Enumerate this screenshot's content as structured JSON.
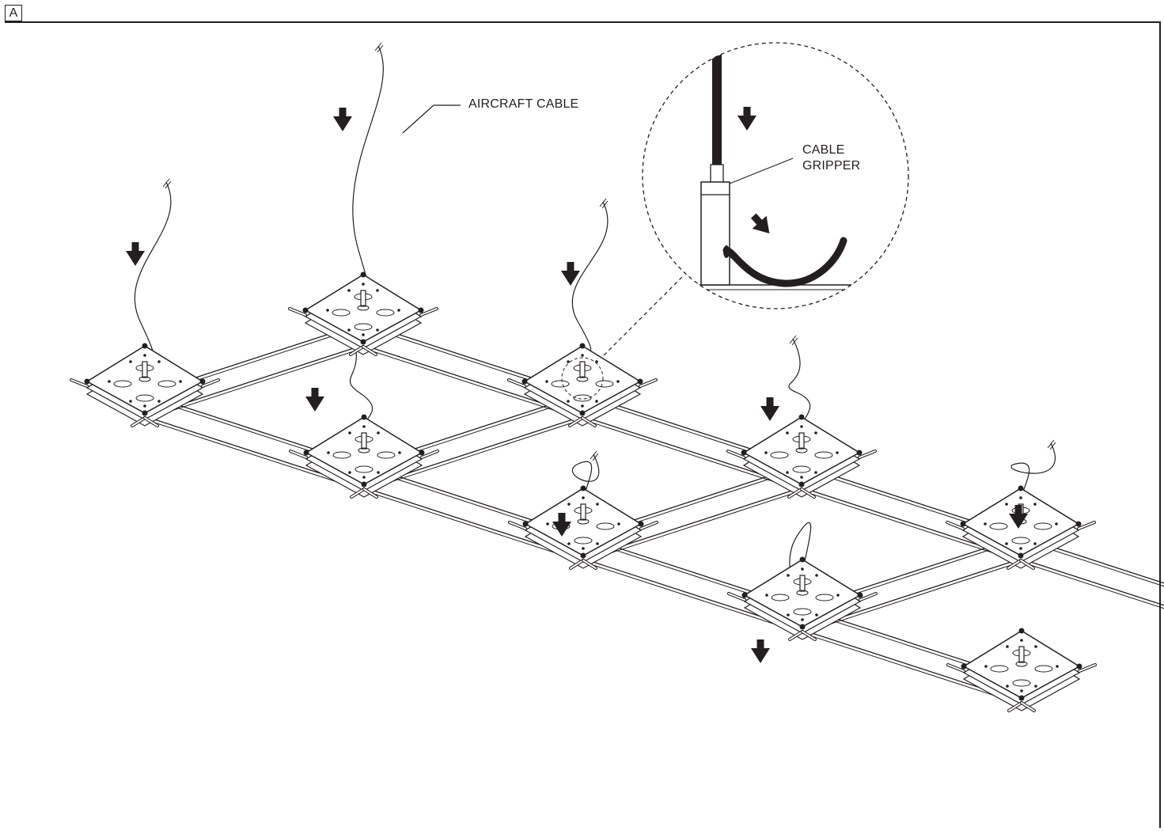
{
  "figure": {
    "tag": "A",
    "labels": {
      "aircraft_cable": "AIRCRAFT CABLE",
      "cable_gripper_line1": "CABLE",
      "cable_gripper_line2": "GRIPPER"
    }
  },
  "icons": {
    "direction_arrow": "down-arrow-icon",
    "detail_callout": "magnifier-circle-icon"
  },
  "colors": {
    "ink": "#231f20",
    "background": "#ffffff"
  }
}
